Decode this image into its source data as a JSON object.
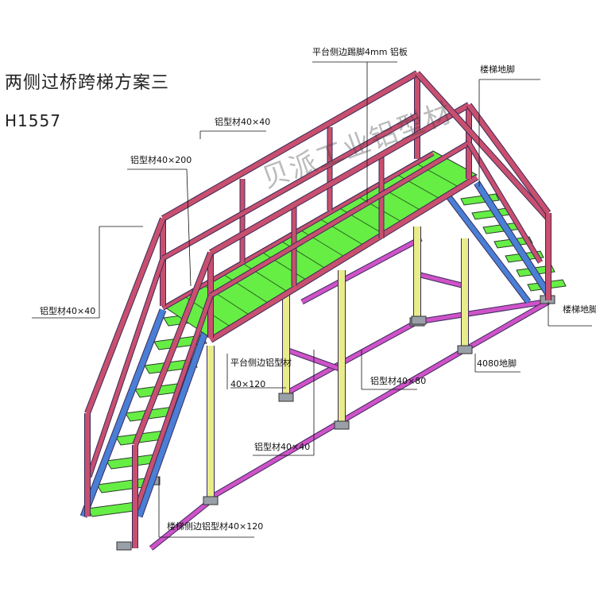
{
  "title": "两侧过桥跨梯方案三",
  "model_code": "H1557",
  "watermark": "贝派工业铝型材",
  "labels": {
    "platform_side_kick": "平台侧边踢脚4mm 铝板",
    "stair_foot_top": "楼梯地脚",
    "stair_foot_right": "楼梯地脚",
    "alu_40x40_top": "铝型材40×40",
    "alu_40x200": "铝型材40×200",
    "alu_40x40_left": "铝型材40×40",
    "platform_side_alu": "平台侧边铝型材",
    "platform_side_alu_size": "40×120",
    "alu_40x80": "铝型材40×80",
    "foot_4080": "4080地脚",
    "alu_40x40_bottom": "铝型材40×40",
    "stair_side_alu": "楼梯侧边铝型材40×120"
  },
  "colors": {
    "railing": "#c8506e",
    "railing_edge": "#3a2a5a",
    "deck": "#66ee44",
    "stair_stringer": "#4a7fd6",
    "post": "#e9ec8a",
    "brace": "#cf53c8",
    "foot": "#9aa0a8"
  }
}
